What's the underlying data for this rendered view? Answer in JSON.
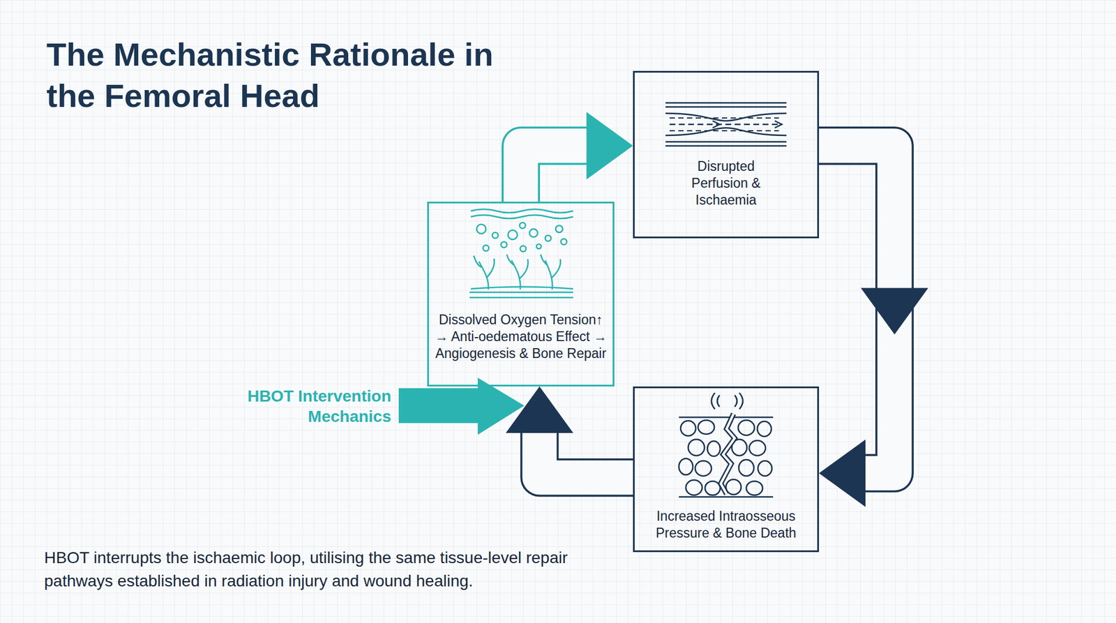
{
  "diagram": {
    "title": "The Mechanistic Rationale in the Femoral Head",
    "caption": "HBOT interrupts the ischaemic loop, utilising the same tissue-level repair pathways established in radiation injury and wound healing.",
    "nodes": [
      {
        "text": [
          "Disrupted Perfusion & Ischaemia"
        ]
      },
      {
        "text": [
          "Dissolved Oxygen Tension↑ → Anti-oedematous Effect → Angiogenesis & Bone Repair"
        ]
      },
      {
        "text": [
          "Increased Intraosseous Pressure & Bone Death"
        ]
      }
    ],
    "edges": [
      {
        "from": 1,
        "to": 0,
        "arrow": "to"
      },
      {
        "from": 0,
        "to": 2,
        "arrow": "to"
      },
      {
        "from": 2,
        "to": 1,
        "arrow": "to"
      }
    ],
    "labels": [
      "HBOT Intervention Mechanics"
    ]
  }
}
